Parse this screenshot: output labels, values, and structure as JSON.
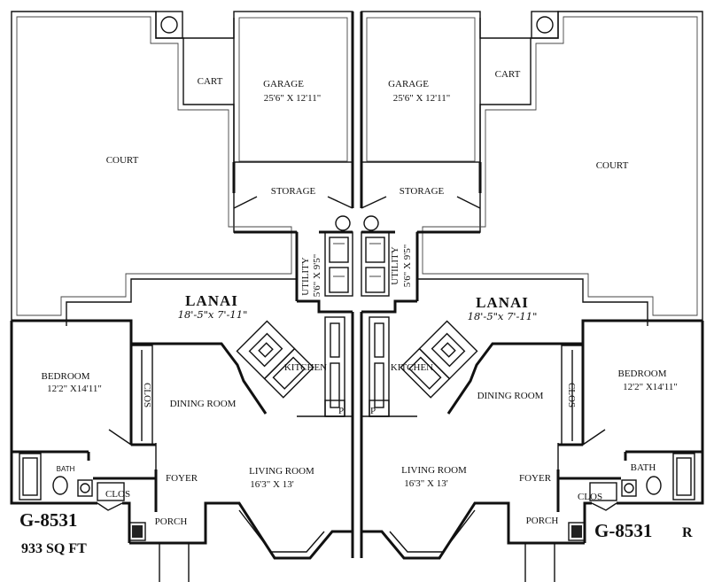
{
  "plan": {
    "model_left": "G-8531",
    "model_right": "G-8531",
    "model_right_suffix": "R",
    "area": "933 SQ FT",
    "rooms": {
      "garage": "GARAGE",
      "garage_dim": "25'6\" X 12'11\"",
      "cart": "CART",
      "court": "COURT",
      "storage": "STORAGE",
      "utility": "UTILITY",
      "utility_dim": "5'6\" X 9'5\"",
      "lanai": "LANAI",
      "lanai_dim": "18'-5\"x 7'-11\"",
      "kitchen": "KITCHEN",
      "bedroom": "BEDROOM",
      "bedroom_dim": "12'2\" X14'11\"",
      "clos": "CLOS",
      "dining": "DINING ROOM",
      "bath": "BATH",
      "foyer": "FOYER",
      "living": "LIVING ROOM",
      "living_dim": "16'3\" X 13'",
      "porch": "PORCH",
      "pantry": "P"
    }
  }
}
